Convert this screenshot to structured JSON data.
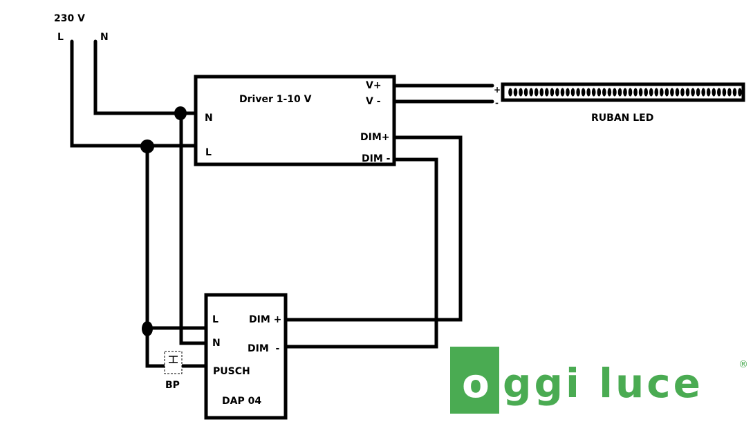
{
  "supply": {
    "voltage": "230 V",
    "line": "L",
    "neutral": "N"
  },
  "driver": {
    "title": "Driver 1-10 V",
    "inputs": {
      "n": "N",
      "l": "L"
    },
    "outputs": {
      "vplus": "V+",
      "vminus": "V -",
      "dimplus": "DIM+",
      "dimminus": "DIM -"
    }
  },
  "led_strip": {
    "label": "RUBAN LED",
    "plus": "+",
    "minus": "-",
    "led_count": 45
  },
  "dimmer": {
    "title": "DAP 04",
    "inputs": {
      "l": "L",
      "n": "N",
      "push": "PUSCH"
    },
    "outputs": {
      "dimplus": "DIM +",
      "dimminus": "DIM  -"
    }
  },
  "push_button": {
    "label": "BP",
    "symbol": "⌶"
  },
  "logo": {
    "first": "o",
    "rest": "ggi luce",
    "registered": "®",
    "color": "#4aab52"
  }
}
